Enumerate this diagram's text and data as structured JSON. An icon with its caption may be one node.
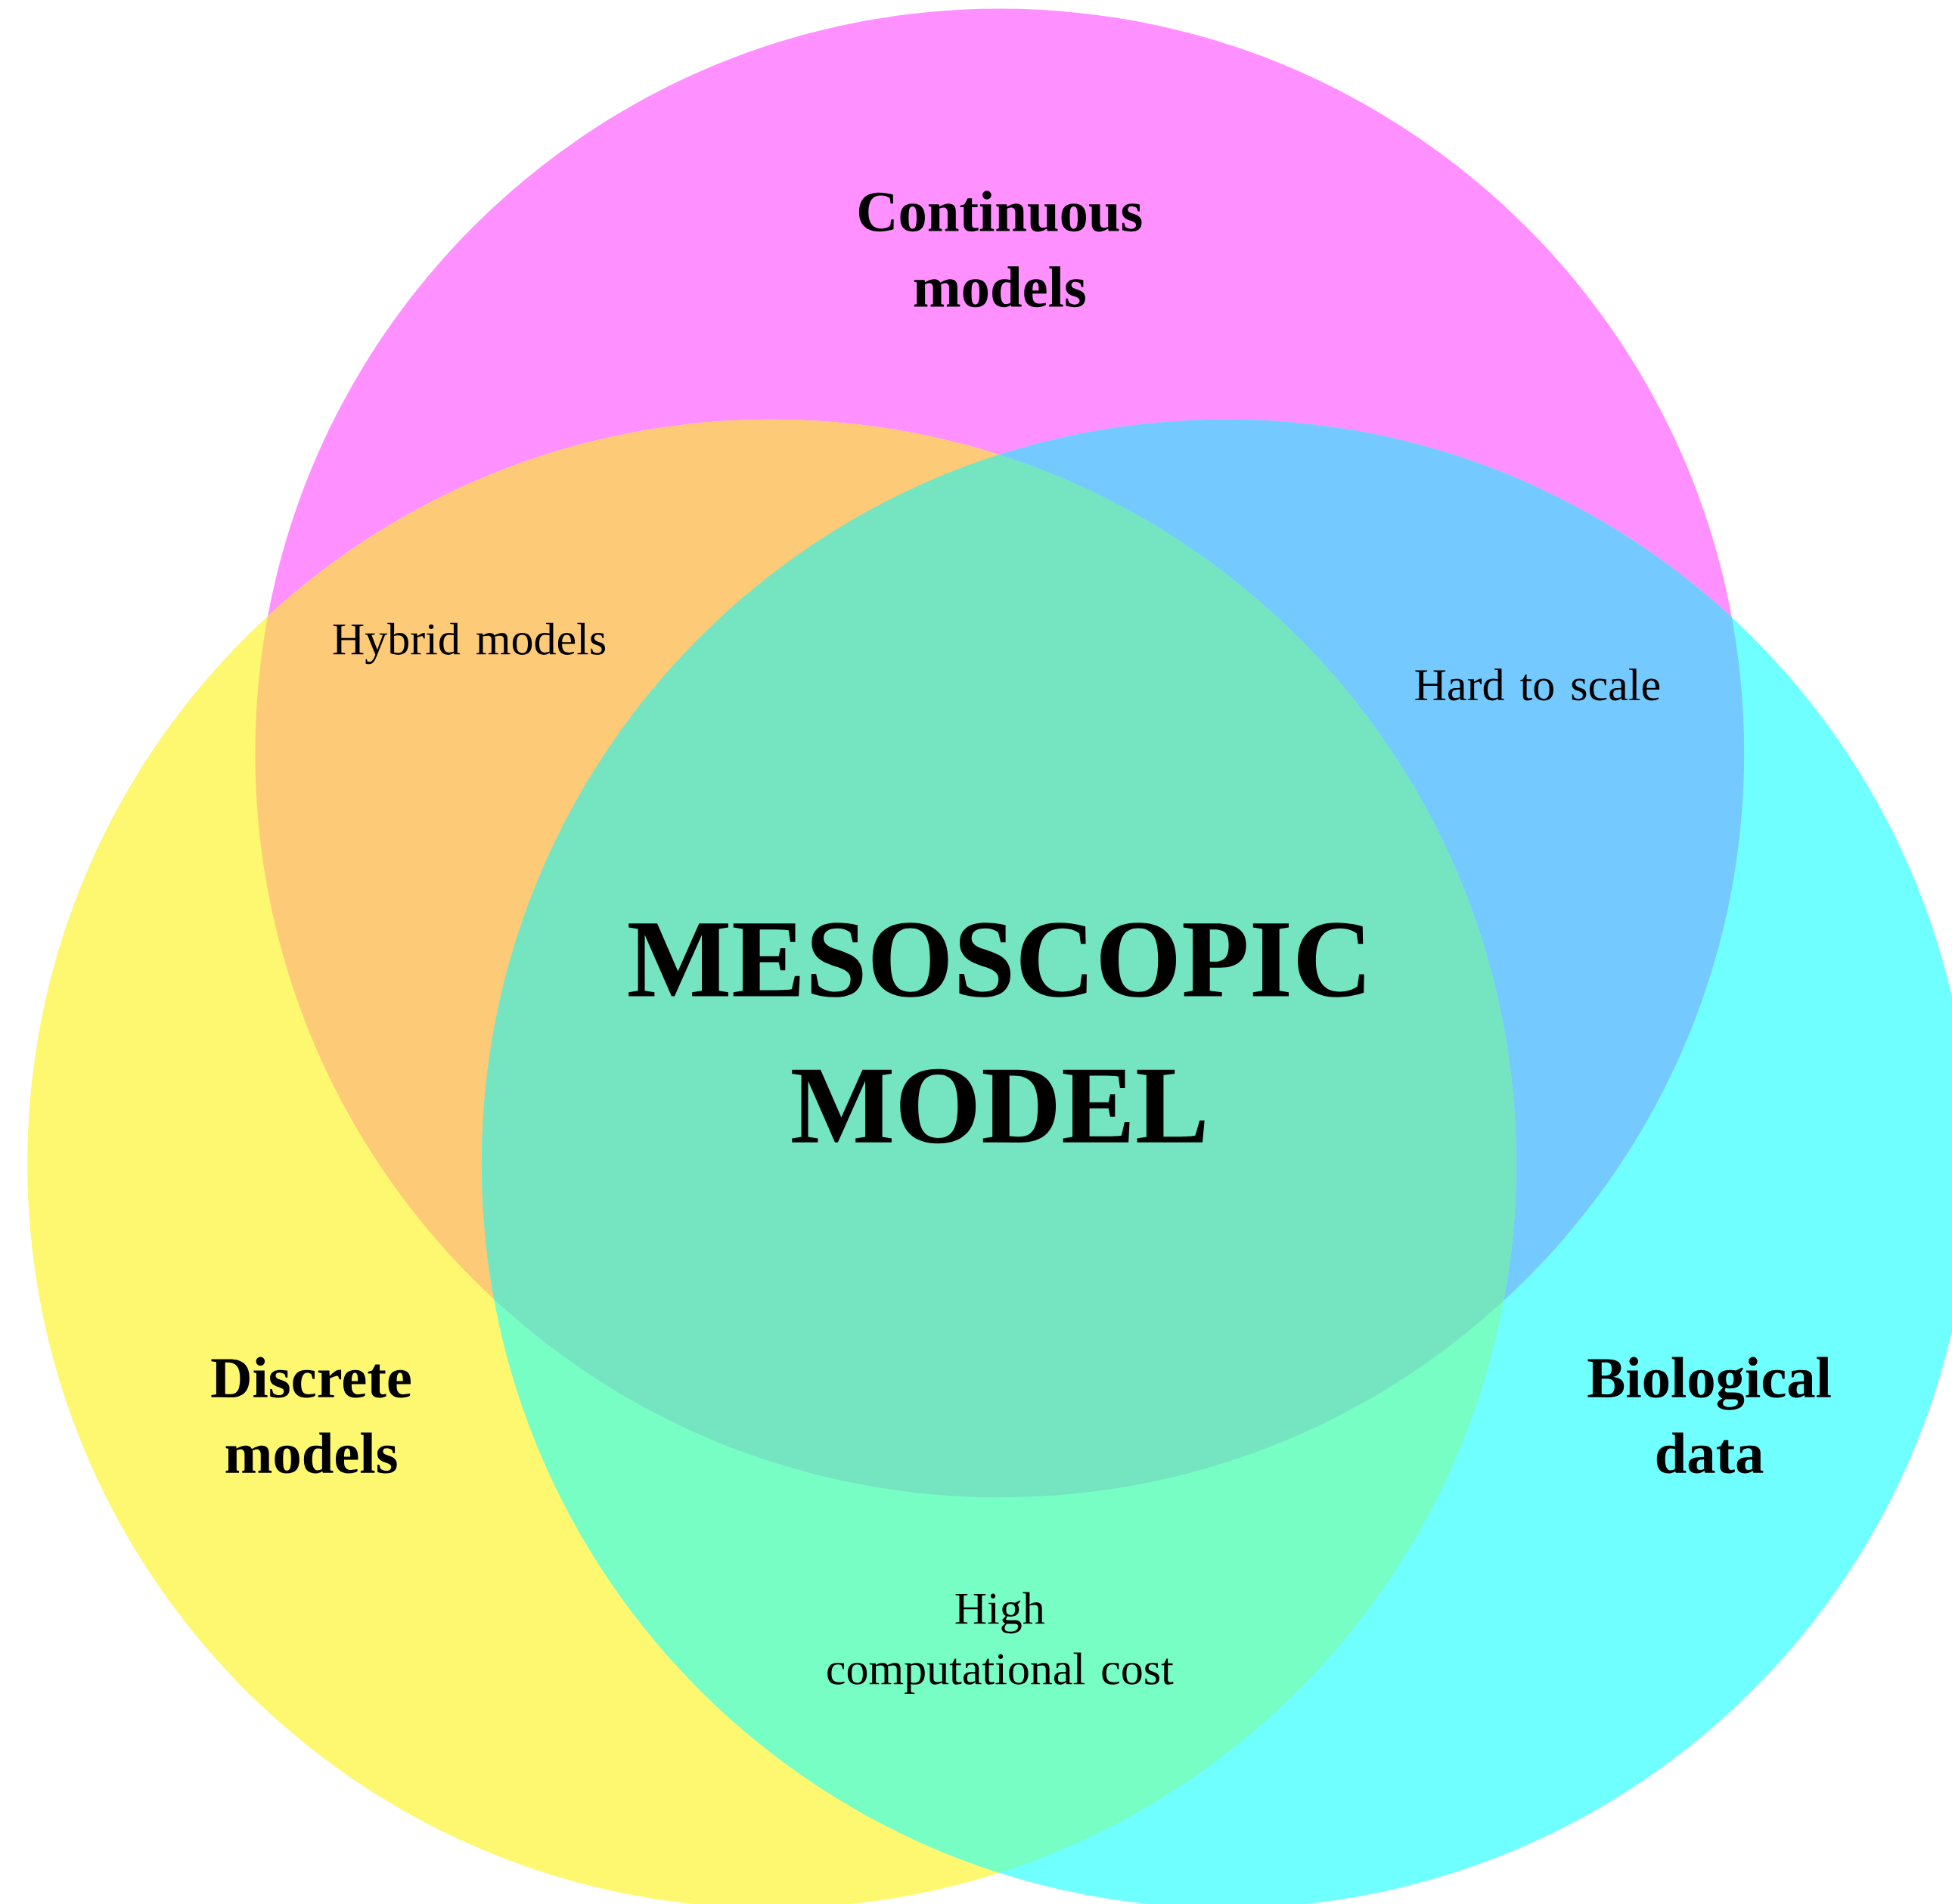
{
  "diagram": {
    "nodes": [
      {
        "text": [
          "Continuous models"
        ]
      },
      {
        "text": [
          "Discrete models"
        ]
      },
      {
        "text": [
          "Biological data"
        ]
      }
    ],
    "labels": [
      "Hybrid models",
      "Hard to scale",
      "MESOSCOPIC MODEL",
      "High computational cost"
    ]
  }
}
